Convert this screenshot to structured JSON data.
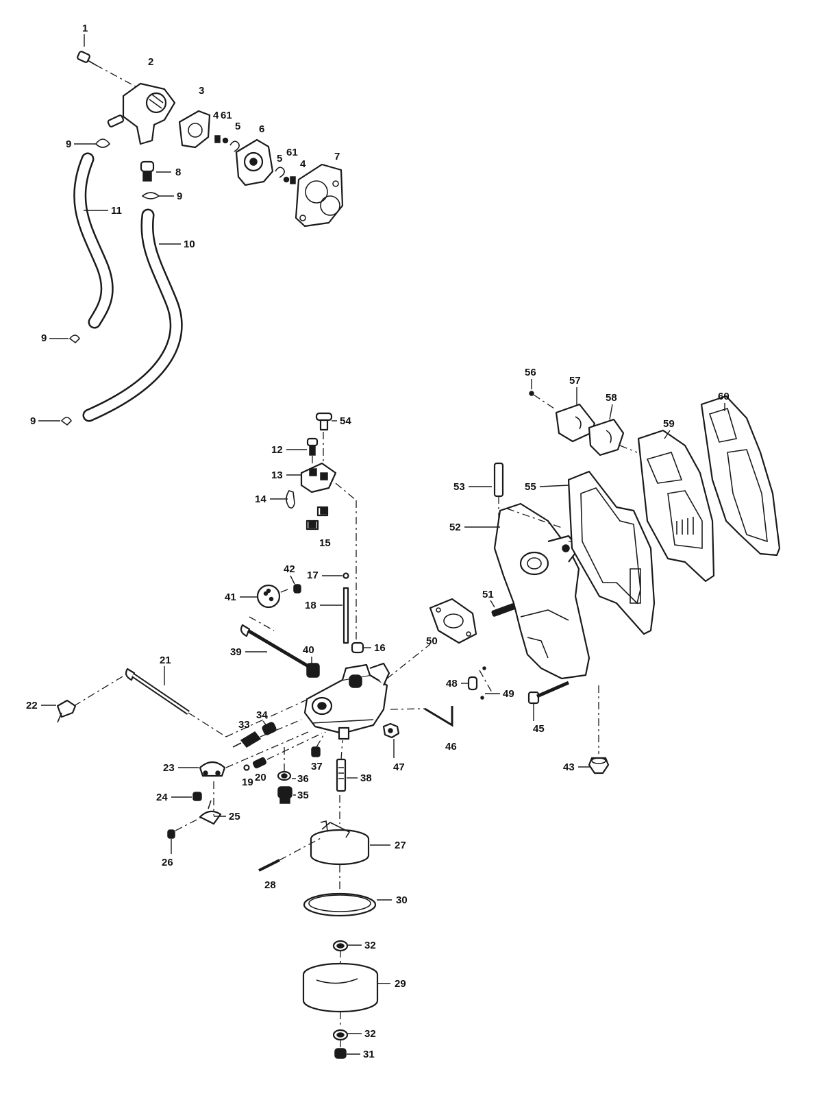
{
  "labels": {
    "l1": "1",
    "l2": "2",
    "l3": "3",
    "l4a": "4",
    "l61a": "61",
    "l5a": "5",
    "l6": "6",
    "l5b": "5",
    "l61b": "61",
    "l4b": "4",
    "l7": "7",
    "l8": "8",
    "l9a": "9",
    "l9b": "9",
    "l9c": "9",
    "l9d": "9",
    "l10": "10",
    "l11": "11",
    "l12": "12",
    "l13": "13",
    "l14": "14",
    "l15": "15",
    "l16": "16",
    "l17": "17",
    "l18": "18",
    "l19": "19",
    "l20": "20",
    "l21": "21",
    "l22": "22",
    "l23": "23",
    "l24": "24",
    "l25": "25",
    "l26": "26",
    "l27": "27",
    "l28": "28",
    "l29": "29",
    "l30": "30",
    "l31": "31",
    "l32a": "32",
    "l32b": "32",
    "l33": "33",
    "l34": "34",
    "l35": "35",
    "l36": "36",
    "l37": "37",
    "l38": "38",
    "l39": "39",
    "l40": "40",
    "l41": "41",
    "l42": "42",
    "l43": "43",
    "l45": "45",
    "l46": "46",
    "l47": "47",
    "l48": "48",
    "l49": "49",
    "l50": "50",
    "l51": "51",
    "l52": "52",
    "l53": "53",
    "l54": "54",
    "l55": "55",
    "l56": "56",
    "l57": "57",
    "l58": "58",
    "l59": "59",
    "l60": "60"
  }
}
